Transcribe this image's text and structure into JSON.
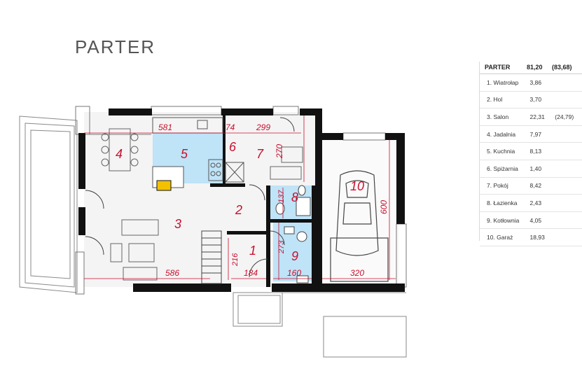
{
  "title": "PARTER",
  "legend": {
    "header": {
      "label": "PARTER",
      "area": "81,20",
      "extra": "(83,68)"
    },
    "rooms": [
      {
        "name": "1. Wiatrołap",
        "area": "3,86",
        "extra": ""
      },
      {
        "name": "2. Hol",
        "area": "3,70",
        "extra": ""
      },
      {
        "name": "3. Salon",
        "area": "22,31",
        "extra": "(24,79)"
      },
      {
        "name": "4. Jadalnia",
        "area": "7,97",
        "extra": ""
      },
      {
        "name": "5. Kuchnia",
        "area": "8,13",
        "extra": ""
      },
      {
        "name": "6. Spiżarnia",
        "area": "1,40",
        "extra": ""
      },
      {
        "name": "7. Pokój",
        "area": "8,42",
        "extra": ""
      },
      {
        "name": "8. Łazienka",
        "area": "2,43",
        "extra": ""
      },
      {
        "name": "9. Kotłownia",
        "area": "4,05",
        "extra": ""
      },
      {
        "name": "10. Garaż",
        "area": "18,93",
        "extra": ""
      }
    ]
  },
  "plan": {
    "room_numbers": [
      "1",
      "2",
      "3",
      "4",
      "5",
      "6",
      "7",
      "8",
      "9",
      "10"
    ],
    "dimensions": [
      "581",
      "74",
      "299",
      "270",
      "137",
      "273",
      "216",
      "184",
      "160",
      "586",
      "320",
      "600"
    ],
    "colors": {
      "wall": "#111111",
      "wet_room": "#bfe3f7",
      "dimension": "#c8102e",
      "fireplace": "#f2c200"
    }
  }
}
